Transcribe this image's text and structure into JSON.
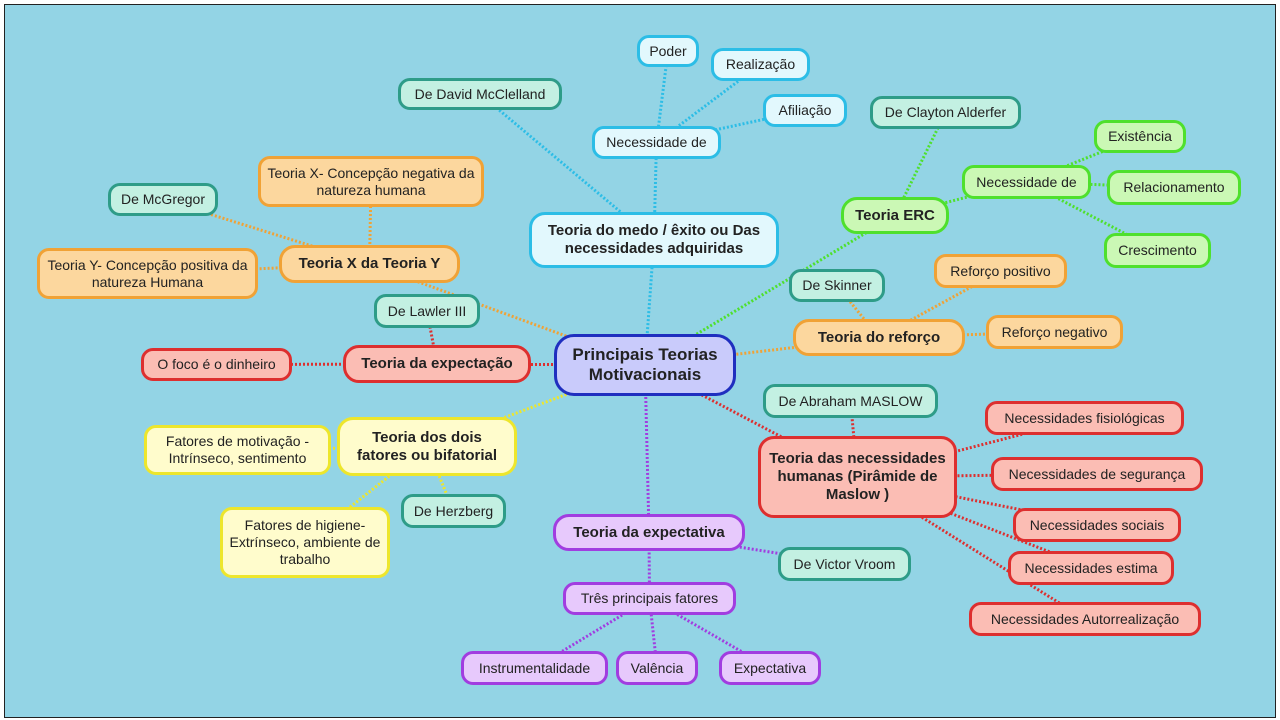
{
  "center": "Principais Teorias Motivacionais",
  "mcclelland": {
    "theory": "Teoria do medo / êxito ou Das necessidades adquiridas",
    "author": "De David McClelland",
    "needs_label": "Necessidade de",
    "needs": [
      "Poder",
      "Realização",
      "Afiliação"
    ]
  },
  "erc": {
    "theory": "Teoria ERC",
    "author": "De Clayton Alderfer",
    "needs_label": "Necessidade de",
    "needs": [
      "Existência",
      "Relacionamento",
      "Crescimento"
    ]
  },
  "reforco": {
    "theory": "Teoria do reforço",
    "author": "De Skinner",
    "items": [
      "Reforço positivo",
      "Reforço negativo"
    ]
  },
  "maslow": {
    "theory": "Teoria das necessidades humanas (Pirâmide de Maslow )",
    "author": "De Abraham MASLOW",
    "needs": [
      "Necessidades fisiológicas",
      "Necessidades de segurança",
      "Necessidades sociais",
      "Necessidades estima",
      "Necessidades  Autorrealização"
    ]
  },
  "expectativa": {
    "theory": "Teoria da expectativa",
    "author": "De Victor Vroom",
    "factors_label": "Três principais fatores",
    "factors": [
      "Instrumentalidade",
      "Valência",
      "Expectativa"
    ]
  },
  "bifatorial": {
    "theory": "Teoria dos dois fatores ou bifatorial",
    "author": "De Herzberg",
    "items": [
      "Fatores de motivação - Intrínseco, sentimento",
      "Fatores de higiene- Extrínseco, ambiente de trabalho"
    ]
  },
  "expectacao": {
    "theory": "Teoria da expectação",
    "author": "De Lawler III",
    "items": [
      "O foco é o dinheiro"
    ]
  },
  "xy": {
    "theory": "Teoria X da Teoria Y",
    "author": "De McGregor",
    "items": [
      "Teoria X- Concepção negativa da natureza humana",
      "Teoria Y- Concepção positiva da natureza Humana"
    ]
  },
  "colors": {
    "teal": "#2e9c88",
    "cyan": "#2cbde6",
    "orange": "#f0a236",
    "red": "#dd2f2f",
    "green": "#4fe02d",
    "yellow": "#ede62c",
    "purple": "#a13de0",
    "blue": "#1f2fbf"
  }
}
